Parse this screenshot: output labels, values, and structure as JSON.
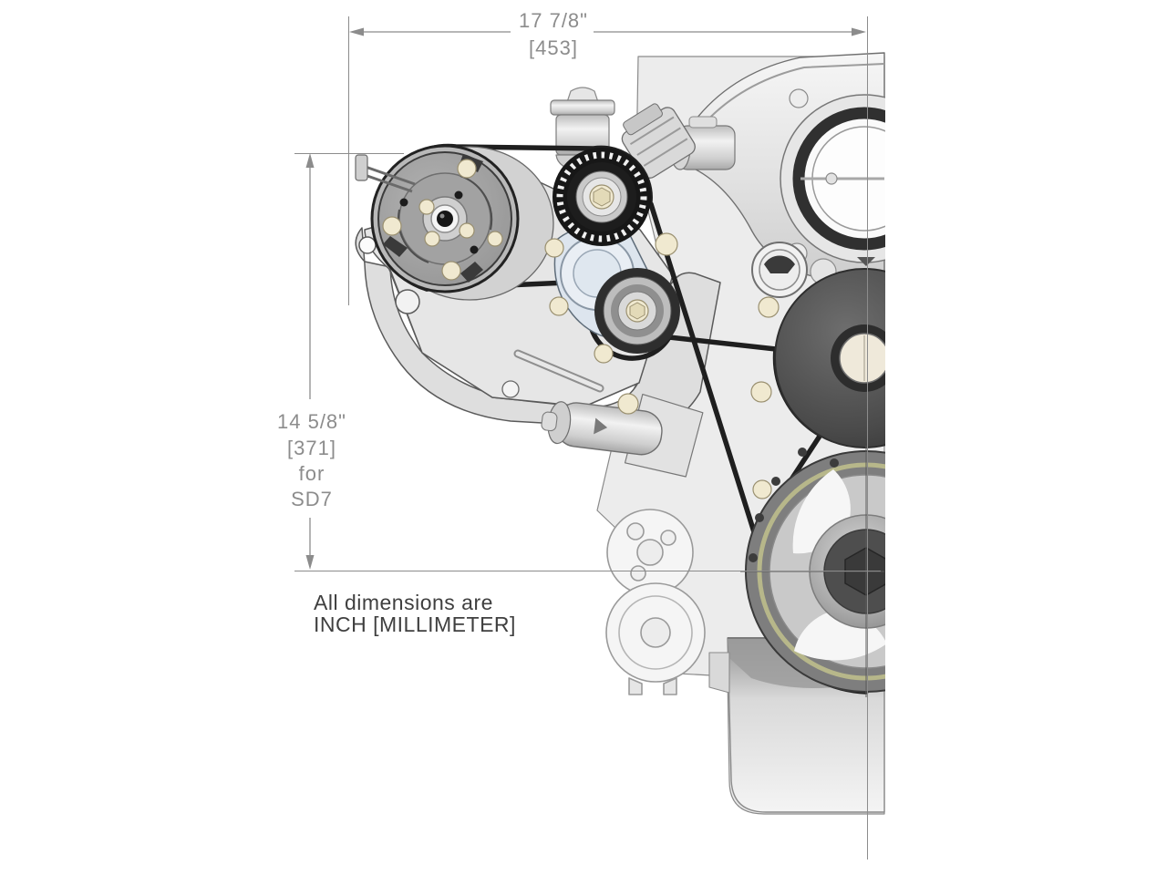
{
  "dimensions": {
    "width": {
      "inch": "17 7/8\"",
      "mm": "[453]"
    },
    "height": {
      "inch": "14 5/8\"",
      "mm": "[371]",
      "qualifier": "for",
      "model": "SD7"
    }
  },
  "note": {
    "line1": "All dimensions are",
    "line2": "INCH [MILLIMETER]"
  },
  "colors": {
    "background": "#ffffff",
    "dimension": "#8c8c8c",
    "note_text": "#3f3f3f",
    "belt": "#1f1f1f",
    "outline": "#4a4a4a",
    "metal_light": "#efefef",
    "metal_mid": "#d8d8d8",
    "pulley_dark": "#3d3d3d",
    "bolt_cream": "#f0e9d0",
    "balancer_ring": "#b7b78a",
    "tensioner_tint": "#dde5ee"
  }
}
